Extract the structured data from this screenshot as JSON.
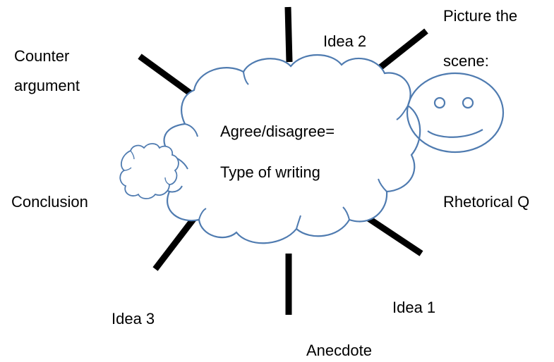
{
  "center": {
    "line1": "Agree/disagree=",
    "line2": "Type of writing"
  },
  "labels": {
    "counter_argument_line1": "Counter",
    "counter_argument_line2": "argument",
    "idea2": "Idea 2",
    "picture_line1": "Picture the",
    "picture_line2": "scene:",
    "conclusion": "Conclusion",
    "rhetorical_q": "Rhetorical Q",
    "idea3": "Idea 3",
    "idea1": "Idea 1",
    "anecdote": "Anecdote"
  },
  "colors": {
    "cloud_stroke": "#4f7bb0",
    "spoke": "#000000",
    "text": "#000000"
  },
  "icons": [
    "cloud-shape",
    "smiley-face-icon",
    "small-cloud-shape"
  ]
}
